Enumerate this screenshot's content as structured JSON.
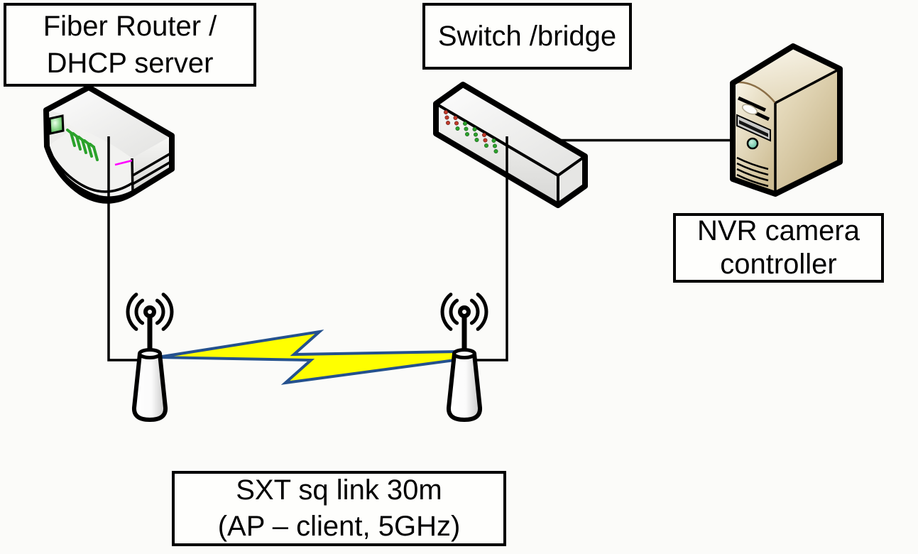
{
  "labels": {
    "fiber_router": {
      "line1": "Fiber Router /",
      "line2": "DHCP server"
    },
    "switch_bridge": {
      "line1": "Switch /bridge"
    },
    "nvr": {
      "line1": "NVR camera",
      "line2": "controller"
    },
    "wireless_link": {
      "line1": "SXT sq link 30m",
      "line2": "(AP – client, 5GHz)"
    }
  },
  "icons": {
    "router": "isometric-router-icon",
    "switch": "isometric-switch-icon",
    "nvr_tower": "tower-server-icon",
    "antenna_left": "wireless-antenna-icon",
    "antenna_right": "wireless-antenna-icon",
    "wireless_link": "lightning-bolt-icon"
  },
  "colors": {
    "background": "#fbfbf9",
    "outline": "#000000",
    "bolt_fill": "#ffff00",
    "bolt_outline": "#24518e",
    "led_green": "#2ba22b",
    "led_red": "#c23b29",
    "magenta_accent": "#ff00ff",
    "tower_tan": "#d8c8a0",
    "power_button_teal": "#5bc8a8"
  }
}
